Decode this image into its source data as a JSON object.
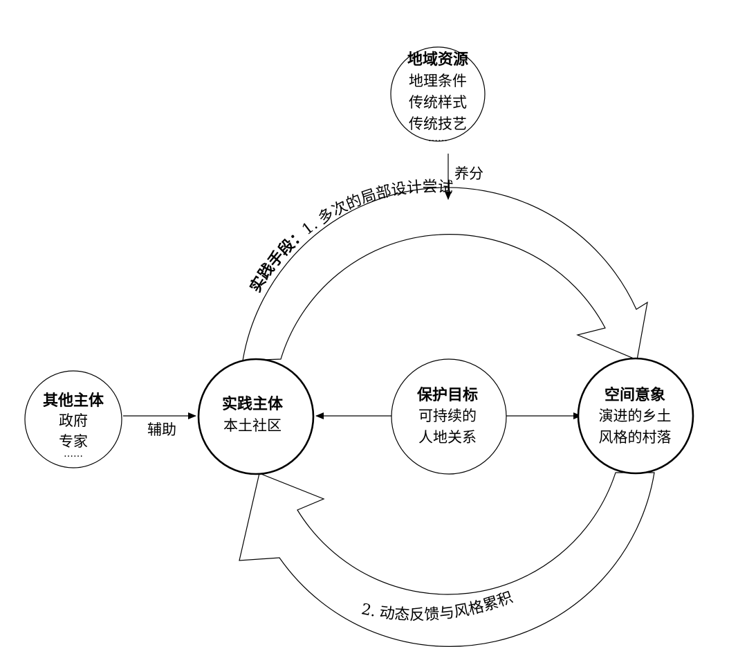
{
  "resources": {
    "title": "地域资源",
    "items": [
      "地理条件",
      "传统样式",
      "传统技艺"
    ],
    "ellipsis": "……"
  },
  "resources_arrow_label": "养分",
  "others": {
    "title": "其他主体",
    "items": [
      "政府",
      "专家"
    ],
    "ellipsis": "……"
  },
  "others_arrow_label": "辅助",
  "practice": {
    "title": "实践主体",
    "subtitle": "本土社区"
  },
  "goal": {
    "title": "保护目标",
    "lines": [
      "可持续的",
      "人地关系"
    ]
  },
  "space": {
    "title": "空间意象",
    "lines": [
      "演进的乡土",
      "风格的村落"
    ]
  },
  "top_arc": {
    "prefix": "实践手段：",
    "number": "1.",
    "text": "多次的局部设计尝试"
  },
  "bottom_arc": {
    "number": "2.",
    "text": "动态反馈与风格累积"
  }
}
